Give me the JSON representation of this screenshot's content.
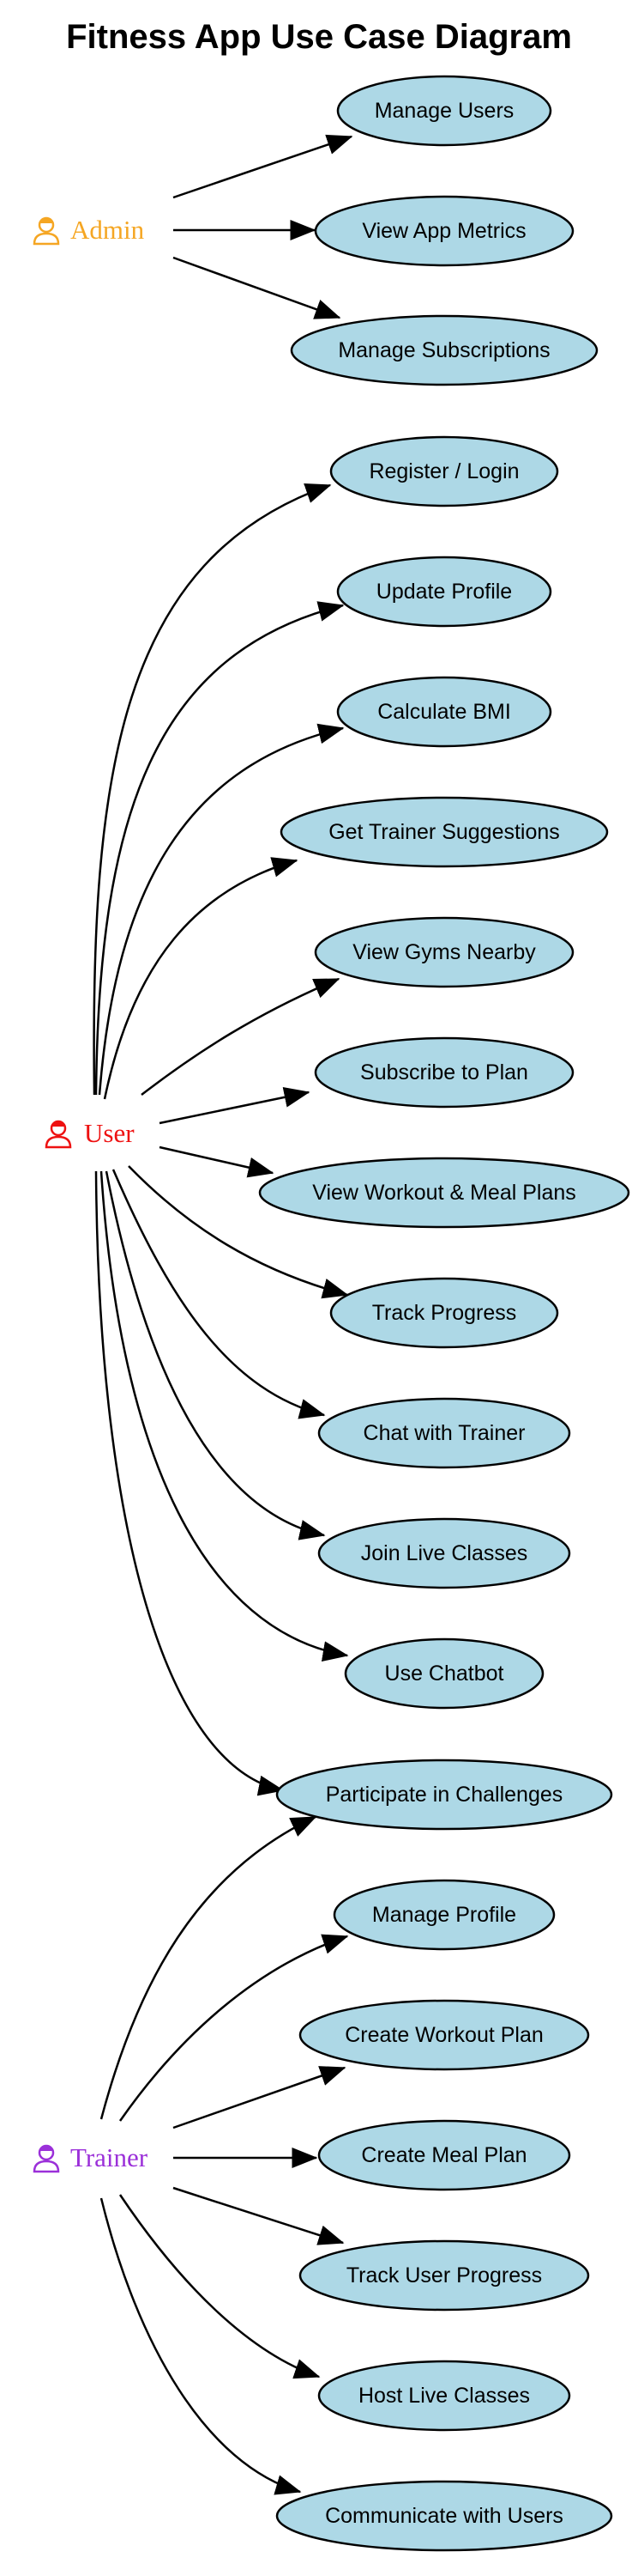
{
  "title": "Fitness App Use Case Diagram",
  "actors": [
    {
      "id": "admin",
      "label": "Admin",
      "color": "#f5a623"
    },
    {
      "id": "user",
      "label": "User",
      "color": "#ee1111"
    },
    {
      "id": "trainer",
      "label": "Trainer",
      "color": "#9b30d9"
    }
  ],
  "use_cases": [
    {
      "id": "manage-users",
      "label": "Manage Users"
    },
    {
      "id": "view-app-metrics",
      "label": "View App Metrics"
    },
    {
      "id": "manage-subscriptions",
      "label": "Manage Subscriptions"
    },
    {
      "id": "register-login",
      "label": "Register / Login"
    },
    {
      "id": "update-profile",
      "label": "Update Profile"
    },
    {
      "id": "calculate-bmi",
      "label": "Calculate BMI"
    },
    {
      "id": "get-trainer-suggestions",
      "label": "Get Trainer Suggestions"
    },
    {
      "id": "view-gyms-nearby",
      "label": "View Gyms Nearby"
    },
    {
      "id": "subscribe-to-plan",
      "label": "Subscribe to Plan"
    },
    {
      "id": "view-workout-meal-plans",
      "label": "View Workout & Meal Plans"
    },
    {
      "id": "track-progress",
      "label": "Track Progress"
    },
    {
      "id": "chat-with-trainer",
      "label": "Chat with Trainer"
    },
    {
      "id": "join-live-classes",
      "label": "Join Live Classes"
    },
    {
      "id": "use-chatbot",
      "label": "Use Chatbot"
    },
    {
      "id": "participate-in-challenges",
      "label": "Participate in Challenges"
    },
    {
      "id": "manage-profile",
      "label": "Manage Profile"
    },
    {
      "id": "create-workout-plan",
      "label": "Create Workout Plan"
    },
    {
      "id": "create-meal-plan",
      "label": "Create Meal Plan"
    },
    {
      "id": "track-user-progress",
      "label": "Track User Progress"
    },
    {
      "id": "host-live-classes",
      "label": "Host Live Classes"
    },
    {
      "id": "communicate-with-users",
      "label": "Communicate with Users"
    }
  ],
  "edges": [
    {
      "from": "admin",
      "to": "manage-users"
    },
    {
      "from": "admin",
      "to": "view-app-metrics"
    },
    {
      "from": "admin",
      "to": "manage-subscriptions"
    },
    {
      "from": "user",
      "to": "register-login"
    },
    {
      "from": "user",
      "to": "update-profile"
    },
    {
      "from": "user",
      "to": "calculate-bmi"
    },
    {
      "from": "user",
      "to": "get-trainer-suggestions"
    },
    {
      "from": "user",
      "to": "view-gyms-nearby"
    },
    {
      "from": "user",
      "to": "subscribe-to-plan"
    },
    {
      "from": "user",
      "to": "view-workout-meal-plans"
    },
    {
      "from": "user",
      "to": "track-progress"
    },
    {
      "from": "user",
      "to": "chat-with-trainer"
    },
    {
      "from": "user",
      "to": "join-live-classes"
    },
    {
      "from": "user",
      "to": "use-chatbot"
    },
    {
      "from": "user",
      "to": "participate-in-challenges"
    },
    {
      "from": "trainer",
      "to": "participate-in-challenges"
    },
    {
      "from": "trainer",
      "to": "manage-profile"
    },
    {
      "from": "trainer",
      "to": "create-workout-plan"
    },
    {
      "from": "trainer",
      "to": "create-meal-plan"
    },
    {
      "from": "trainer",
      "to": "track-user-progress"
    },
    {
      "from": "trainer",
      "to": "host-live-classes"
    },
    {
      "from": "trainer",
      "to": "communicate-with-users"
    }
  ]
}
